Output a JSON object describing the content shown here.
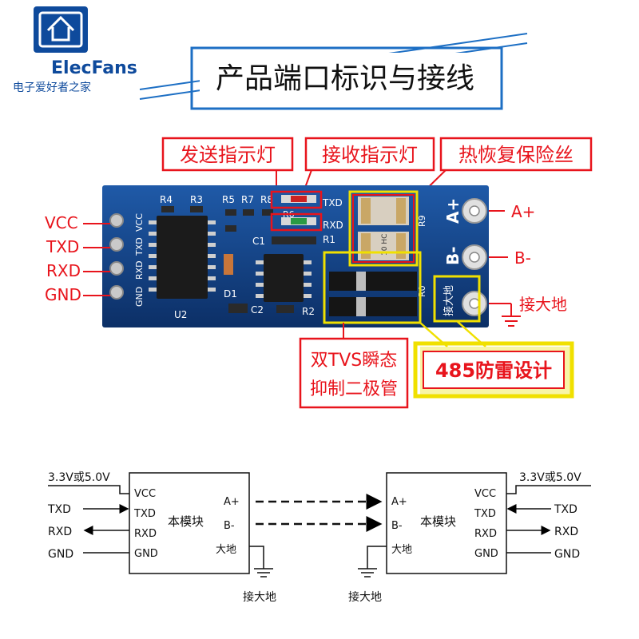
{
  "brand": {
    "name": "ElecFans",
    "subtitle": "电子爱好者之家"
  },
  "title": "产品端口标识与接线",
  "callouts": {
    "send_led": "发送指示灯",
    "recv_led": "接收指示灯",
    "fuse": "热恢复保险丝",
    "tvs_line1": "双TVS瞬态",
    "tvs_line2": "抑制二极管",
    "lightning": "485防雷设计",
    "earth": "接大地"
  },
  "board": {
    "left_pins": [
      "VCC",
      "TXD",
      "RXD",
      "GND"
    ],
    "silk_left": [
      "VCC",
      "TXD",
      "RXD",
      "GND"
    ],
    "silk_parts": [
      "R4",
      "R3",
      "R5",
      "R7",
      "R8",
      "R6",
      "R1",
      "R2",
      "R9",
      "R0",
      "C1",
      "C2",
      "D1",
      "U2"
    ],
    "silk_txd": "TXD",
    "silk_rxd": "RXD",
    "silk_aplus": "A+",
    "silk_bminus": "B-",
    "silk_earth": "接大地",
    "fuse_marking": "10 HC",
    "right_terminals": [
      "A+",
      "B-",
      "接大地"
    ]
  },
  "wiring": {
    "left_module": {
      "supply": "3.3V或5.0V",
      "name": "本模块",
      "left_pins": [
        "VCC",
        "TXD",
        "RXD",
        "GND"
      ],
      "signals": [
        "TXD",
        "RXD",
        "GND"
      ],
      "right_pins": [
        "A+",
        "B-",
        "大地"
      ],
      "ground_label": "接大地"
    },
    "right_module": {
      "supply": "3.3V或5.0V",
      "name": "本模块",
      "left_pins": [
        "A+",
        "B-",
        "大地"
      ],
      "right_pins": [
        "VCC",
        "TXD",
        "RXD",
        "GND"
      ],
      "signals": [
        "TXD",
        "RXD",
        "GND"
      ],
      "ground_label": "接大地"
    }
  },
  "colors": {
    "accent_red": "#e8141c",
    "frame_blue": "#1d6fc4",
    "pcb_blue": "#0f3a78",
    "yellow": "#f0e000"
  }
}
